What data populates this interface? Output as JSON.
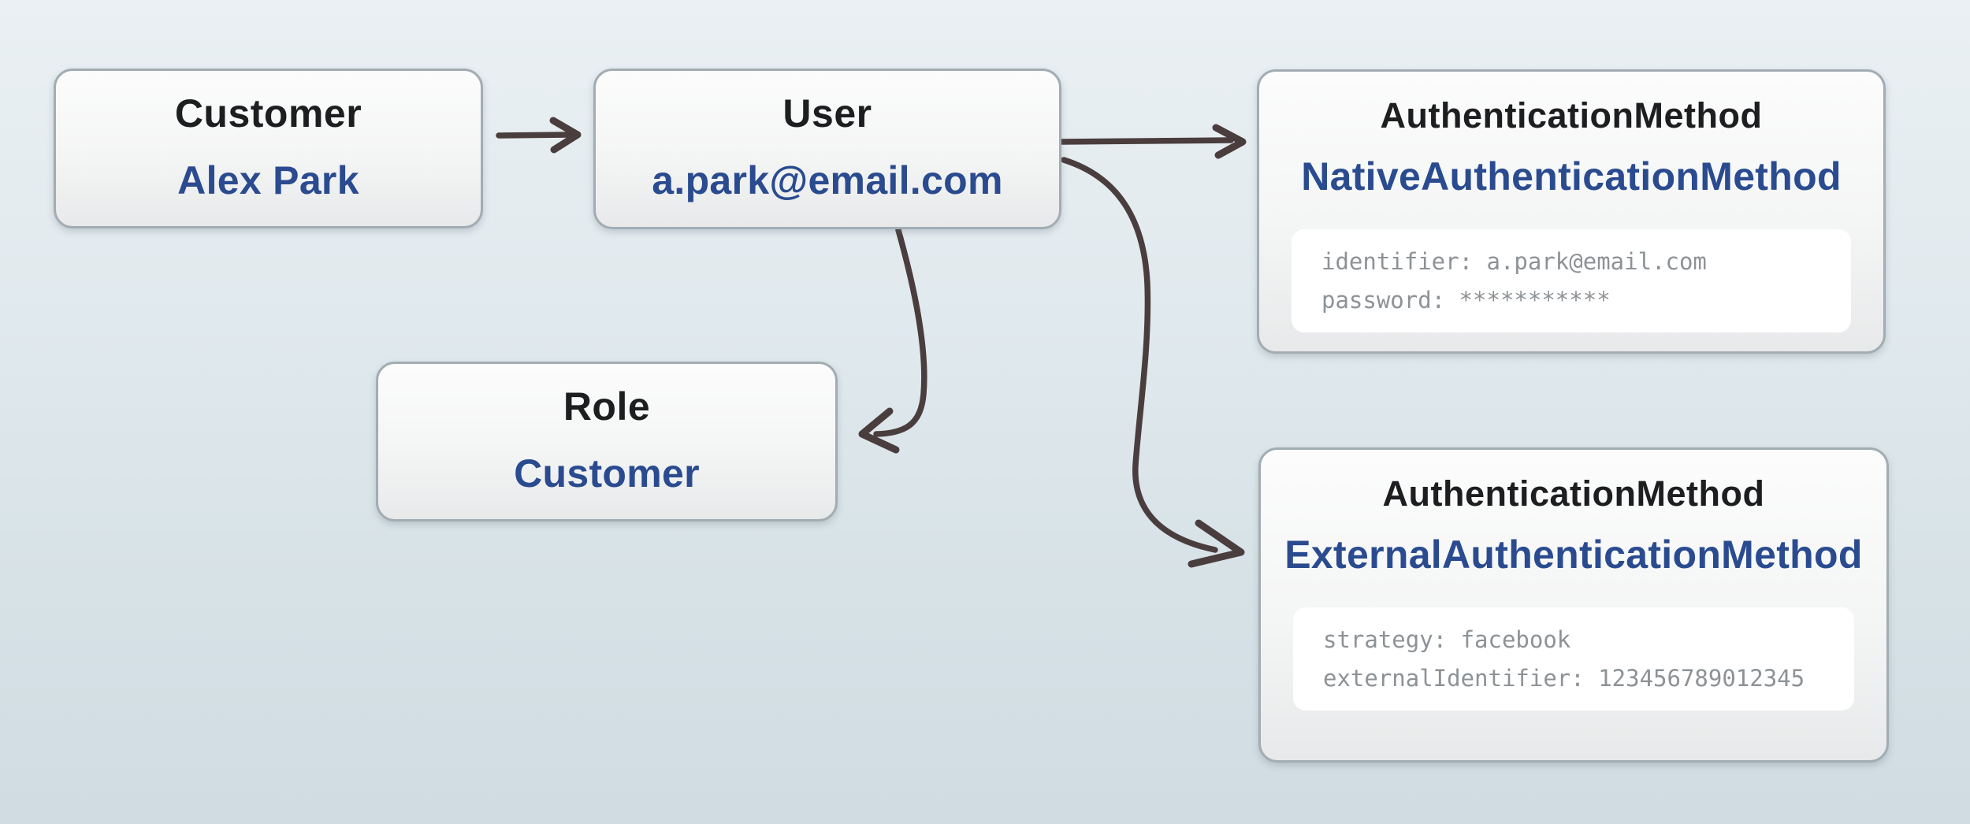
{
  "diagram": {
    "colors": {
      "bg_top": "#eaf0f4",
      "bg_bottom": "#d0dce2",
      "box_border": "#a2adb3",
      "box_bg_top": "#fcfcfc",
      "box_bg_bottom": "#e8e9ea",
      "title": "#1d1e20",
      "accent_blue": "#2a4b8f",
      "field_text": "#8d9296",
      "panel_bg": "#ffffff",
      "arrow": "#4a3d3e"
    },
    "nodes": {
      "customer": {
        "title": "Customer",
        "value": "Alex Park"
      },
      "user": {
        "title": "User",
        "value": "a.park@email.com"
      },
      "role": {
        "title": "Role",
        "value": "Customer"
      },
      "native_auth": {
        "title": "AuthenticationMethod",
        "subtitle": "NativeAuthenticationMethod",
        "fields": [
          "identifier: a.park@email.com",
          "password: ***********"
        ]
      },
      "external_auth": {
        "title": "AuthenticationMethod",
        "subtitle": "ExternalAuthenticationMethod",
        "fields": [
          "strategy: facebook",
          "externalIdentifier: 123456789012345"
        ]
      }
    },
    "edges": [
      {
        "from": "customer",
        "to": "user"
      },
      {
        "from": "user",
        "to": "native_auth"
      },
      {
        "from": "user",
        "to": "external_auth"
      },
      {
        "from": "user",
        "to": "role"
      }
    ]
  }
}
